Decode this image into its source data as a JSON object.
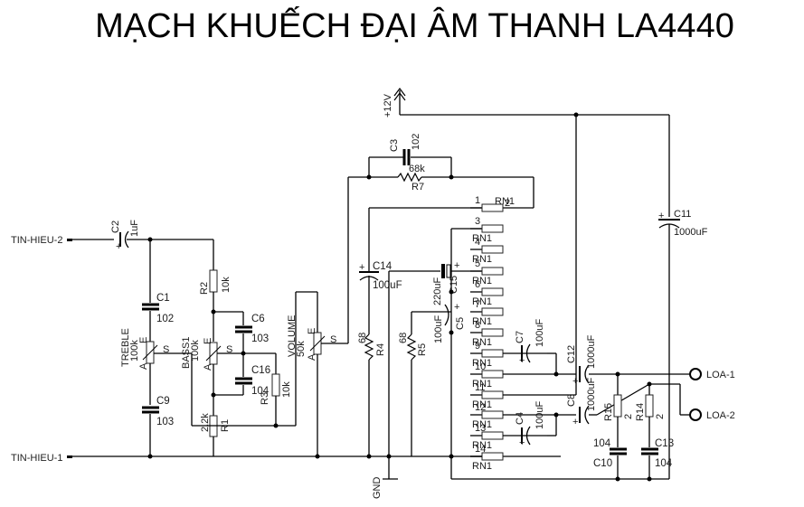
{
  "title": "MẠCH KHUẾCH ĐẠI ÂM THANH LA4440",
  "ports": {
    "in2": "TIN-HIEU-2",
    "in1": "TIN-HIEU-1",
    "out1": "LOA-1",
    "out2": "LOA-2",
    "vcc": "+12V",
    "gnd": "GND"
  },
  "components": {
    "C1": {
      "name": "C1",
      "value": "102"
    },
    "C2": {
      "name": "C2",
      "value": "1uF"
    },
    "C3": {
      "name": "C3",
      "value": "102"
    },
    "C4": {
      "name": "C4",
      "value": "100uF"
    },
    "C5": {
      "name": "C5",
      "value": "100uF"
    },
    "C6": {
      "name": "C6",
      "value": "103"
    },
    "C7": {
      "name": "C7",
      "value": "100uF"
    },
    "C8": {
      "name": "C8",
      "value": "1000uF"
    },
    "C9": {
      "name": "C9",
      "value": "103"
    },
    "C10": {
      "name": "C10",
      "value": "104"
    },
    "C11": {
      "name": "C11",
      "value": "1000uF"
    },
    "C12": {
      "name": "C12",
      "value": "1000uF"
    },
    "C13": {
      "name": "C13",
      "value": "104"
    },
    "C14": {
      "name": "C14",
      "value": "100uF"
    },
    "C15": {
      "name": "C15",
      "value": "220uF"
    },
    "C16": {
      "name": "C16",
      "value": "104"
    },
    "R1": {
      "name": "R1",
      "value": "2.2k"
    },
    "R2": {
      "name": "R2",
      "value": "10k"
    },
    "R3": {
      "name": "R3",
      "value": "10k"
    },
    "R4": {
      "name": "R4",
      "value": "68"
    },
    "R5": {
      "name": "R5",
      "value": "68"
    },
    "R7": {
      "name": "R7",
      "value": "68k"
    },
    "R14": {
      "name": "R14",
      "value": "2"
    },
    "R15": {
      "name": "R15",
      "value": "2"
    },
    "TREBLE": {
      "name": "TREBLE",
      "value": "100k"
    },
    "BASS1": {
      "name": "BASS1",
      "value": "100k"
    },
    "VOLUME": {
      "name": "VOLUME",
      "value": "50k"
    }
  },
  "pot_pins": {
    "e": "E",
    "s": "S",
    "a": "A"
  },
  "ic": {
    "name": "RN1",
    "pins": [
      "1",
      "2",
      "3",
      "4",
      "5",
      "6",
      "7",
      "8",
      "9",
      "10",
      "11",
      "12",
      "13",
      "14"
    ]
  },
  "polarity": "+"
}
